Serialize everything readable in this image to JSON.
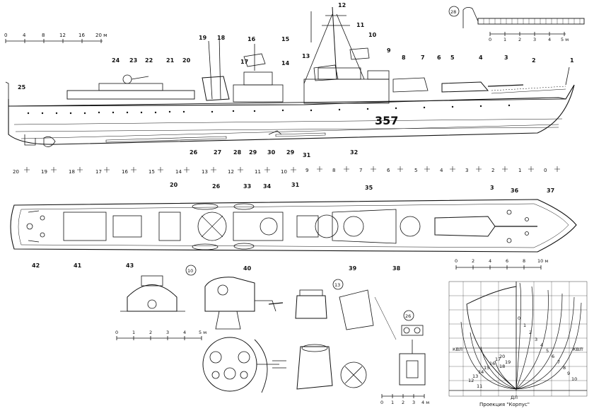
{
  "hull_number": "357",
  "caption_hull_projection": "Проекция \"Корпус\"",
  "scales": {
    "main": {
      "ticks": [
        "0",
        "4",
        "8",
        "12",
        "16",
        "20 м"
      ]
    },
    "ladder": {
      "ticks": [
        "0",
        "1",
        "2",
        "3",
        "4",
        "5 м"
      ]
    },
    "plan": {
      "ticks": [
        "0",
        "2",
        "4",
        "6",
        "8",
        "10 м"
      ]
    },
    "turret": {
      "ticks": [
        "0",
        "1",
        "2",
        "3",
        "4",
        "5 м"
      ]
    },
    "detail": {
      "ticks": [
        "0",
        "1",
        "2",
        "3",
        "4 м"
      ]
    }
  },
  "frame_stations": [
    "20",
    "19",
    "18",
    "17",
    "16",
    "15",
    "14",
    "13",
    "12",
    "11",
    "10",
    "9",
    "8",
    "7",
    "6",
    "5",
    "4",
    "3",
    "2",
    "1",
    "0"
  ],
  "profile_callouts": [
    "1",
    "2",
    "3",
    "4",
    "5",
    "6",
    "7",
    "8",
    "9",
    "10",
    "11",
    "12",
    "13",
    "14",
    "15",
    "16",
    "17",
    "18",
    "19",
    "20",
    "21",
    "22",
    "23",
    "24",
    "25",
    "26",
    "27",
    "28",
    "29",
    "30",
    "29",
    "31",
    "32"
  ],
  "plan_callouts": [
    "20",
    "26",
    "33",
    "34",
    "31",
    "35",
    "3",
    "36",
    "37",
    "38",
    "39",
    "40",
    "41",
    "42",
    "43"
  ],
  "detail_callouts": {
    "turret": "10",
    "director": "13",
    "ladder": "28",
    "davit": "26"
  },
  "body_plan": {
    "waterline_label": "КВЛ",
    "baseline_label": "ДЛ",
    "bow_sections": [
      "0",
      "1",
      "2",
      "3",
      "4",
      "5",
      "6",
      "7",
      "8",
      "9",
      "10"
    ],
    "stern_sections": [
      "11",
      "12",
      "13",
      "14",
      "15",
      "16",
      "17",
      "18",
      "19",
      "20"
    ]
  }
}
